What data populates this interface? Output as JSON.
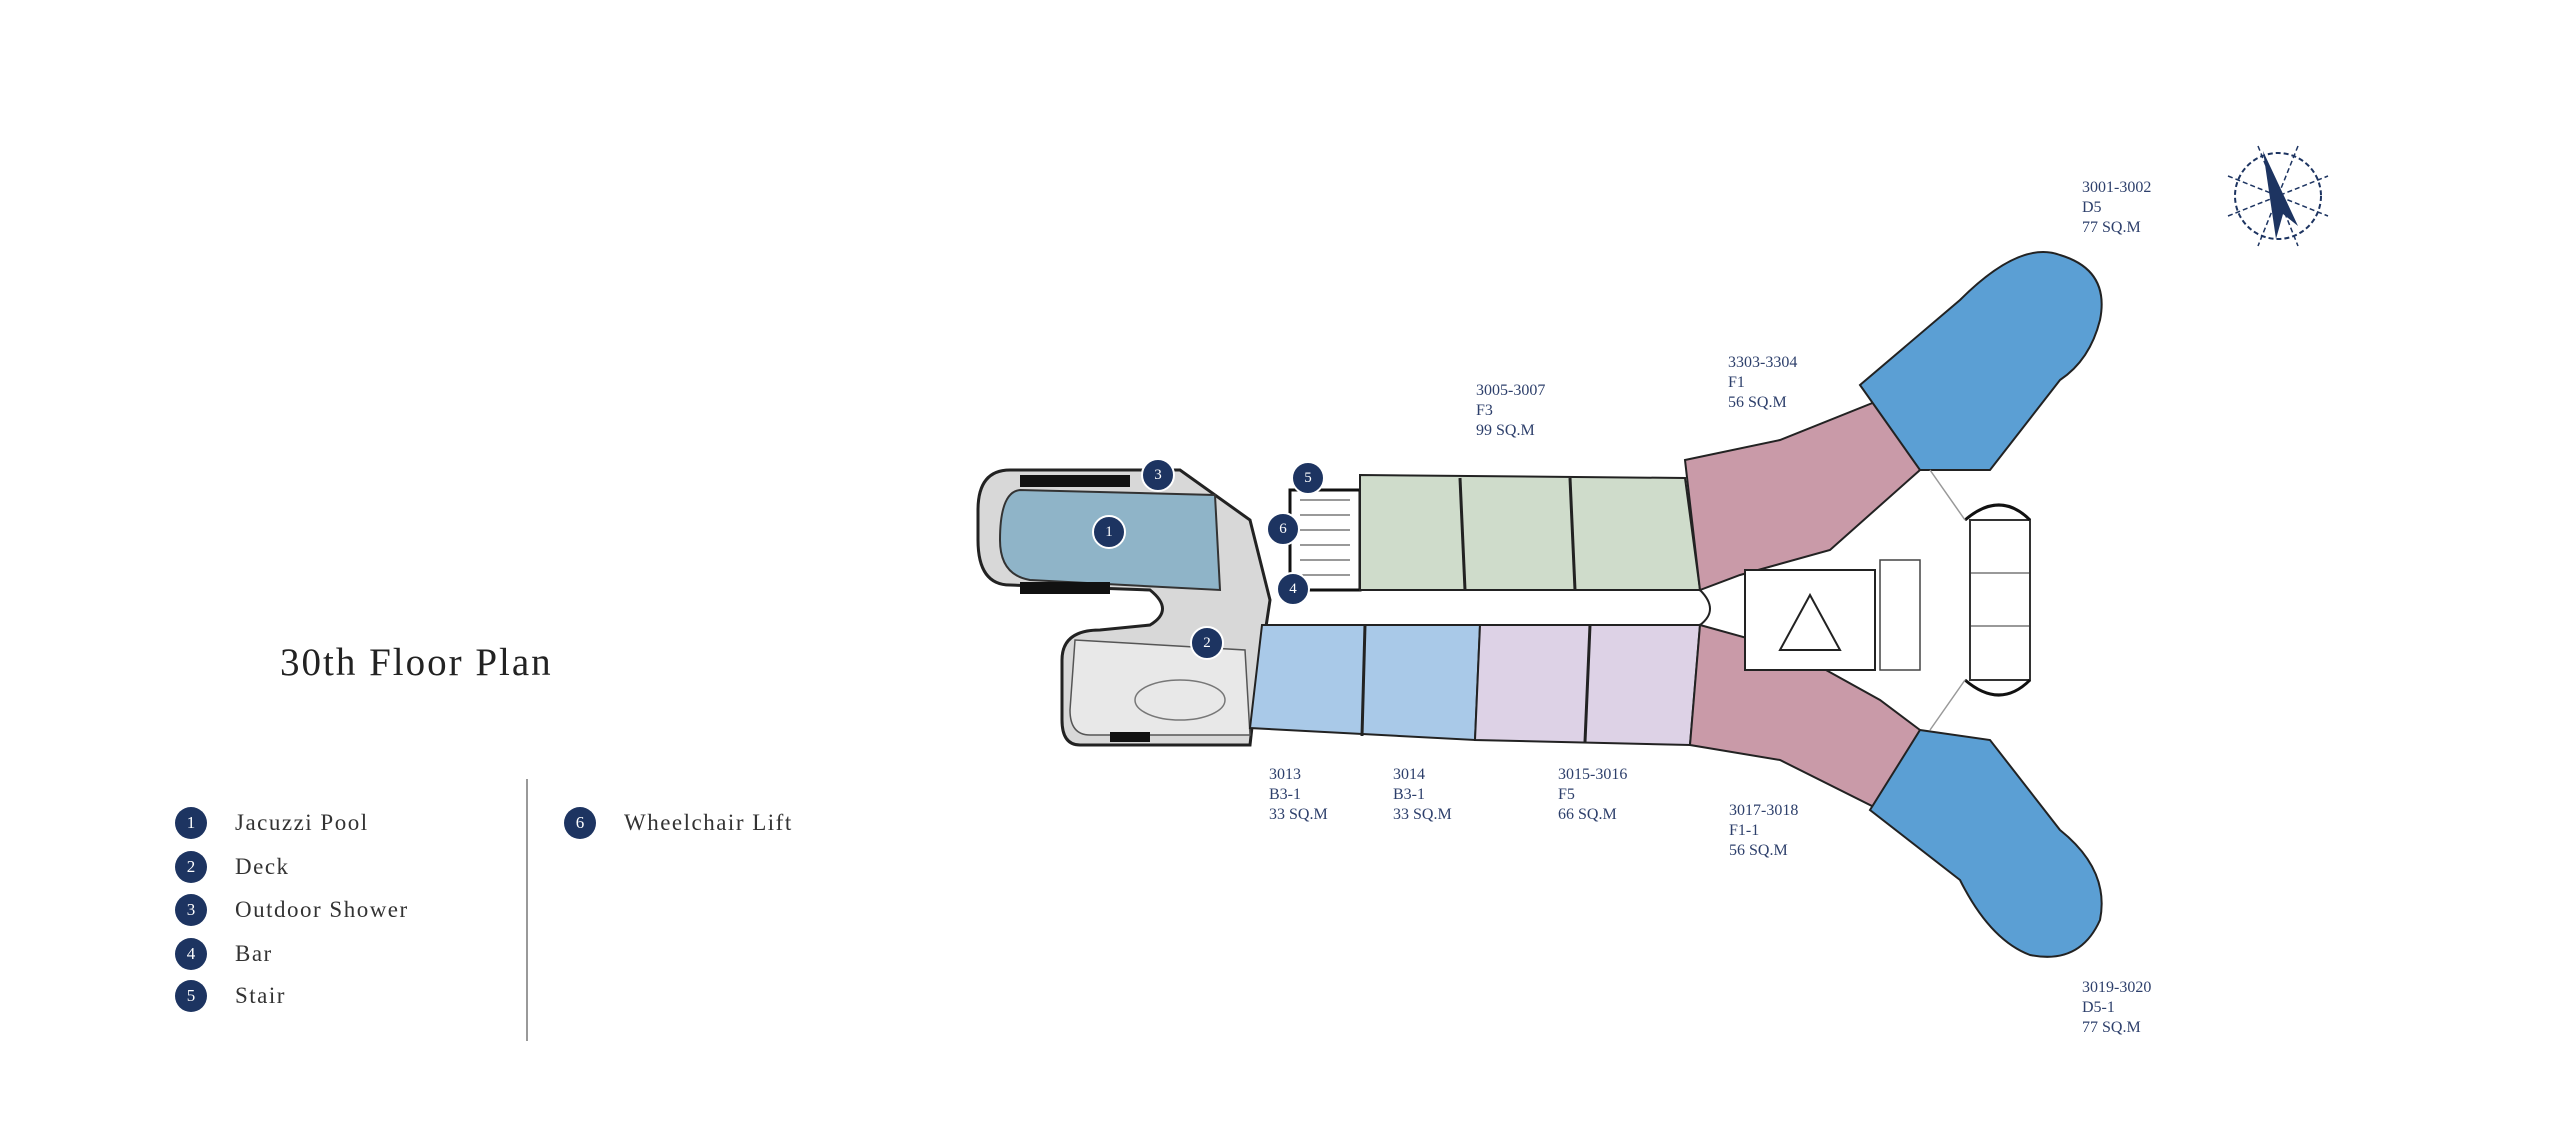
{
  "title": "30th Floor Plan",
  "legend": [
    {
      "num": "1",
      "label": "Jacuzzi Pool"
    },
    {
      "num": "2",
      "label": "Deck"
    },
    {
      "num": "3",
      "label": "Outdoor Shower"
    },
    {
      "num": "4",
      "label": "Bar"
    },
    {
      "num": "5",
      "label": "Stair"
    },
    {
      "num": "6",
      "label": "Wheelchair Lift"
    }
  ],
  "units": {
    "u3001": {
      "no": "3001-3002",
      "type": "D5",
      "area": "77 SQ.M"
    },
    "u3303": {
      "no": "3303-3304",
      "type": "F1",
      "area": "56 SQ.M"
    },
    "u3005": {
      "no": "3005-3007",
      "type": "F3",
      "area": "99 SQ.M"
    },
    "u3013": {
      "no": "3013",
      "type": "B3-1",
      "area": "33 SQ.M"
    },
    "u3014": {
      "no": "3014",
      "type": "B3-1",
      "area": "33 SQ.M"
    },
    "u3015": {
      "no": "3015-3016",
      "type": "F5",
      "area": "66 SQ.M"
    },
    "u3017": {
      "no": "3017-3018",
      "type": "F1-1",
      "area": "56 SQ.M"
    },
    "u3019": {
      "no": "3019-3020",
      "type": "D5-1",
      "area": "77 SQ.M"
    }
  },
  "colors": {
    "navy": "#1d3461",
    "d5": "#5b9fd4",
    "f1": "#c99aa8",
    "f3": "#cfdccb",
    "b3": "#a9c9e8",
    "f5": "#ddd2e6",
    "pool": "#8fb4c8"
  },
  "icons": {
    "compass": "north-arrow-compass-icon"
  }
}
